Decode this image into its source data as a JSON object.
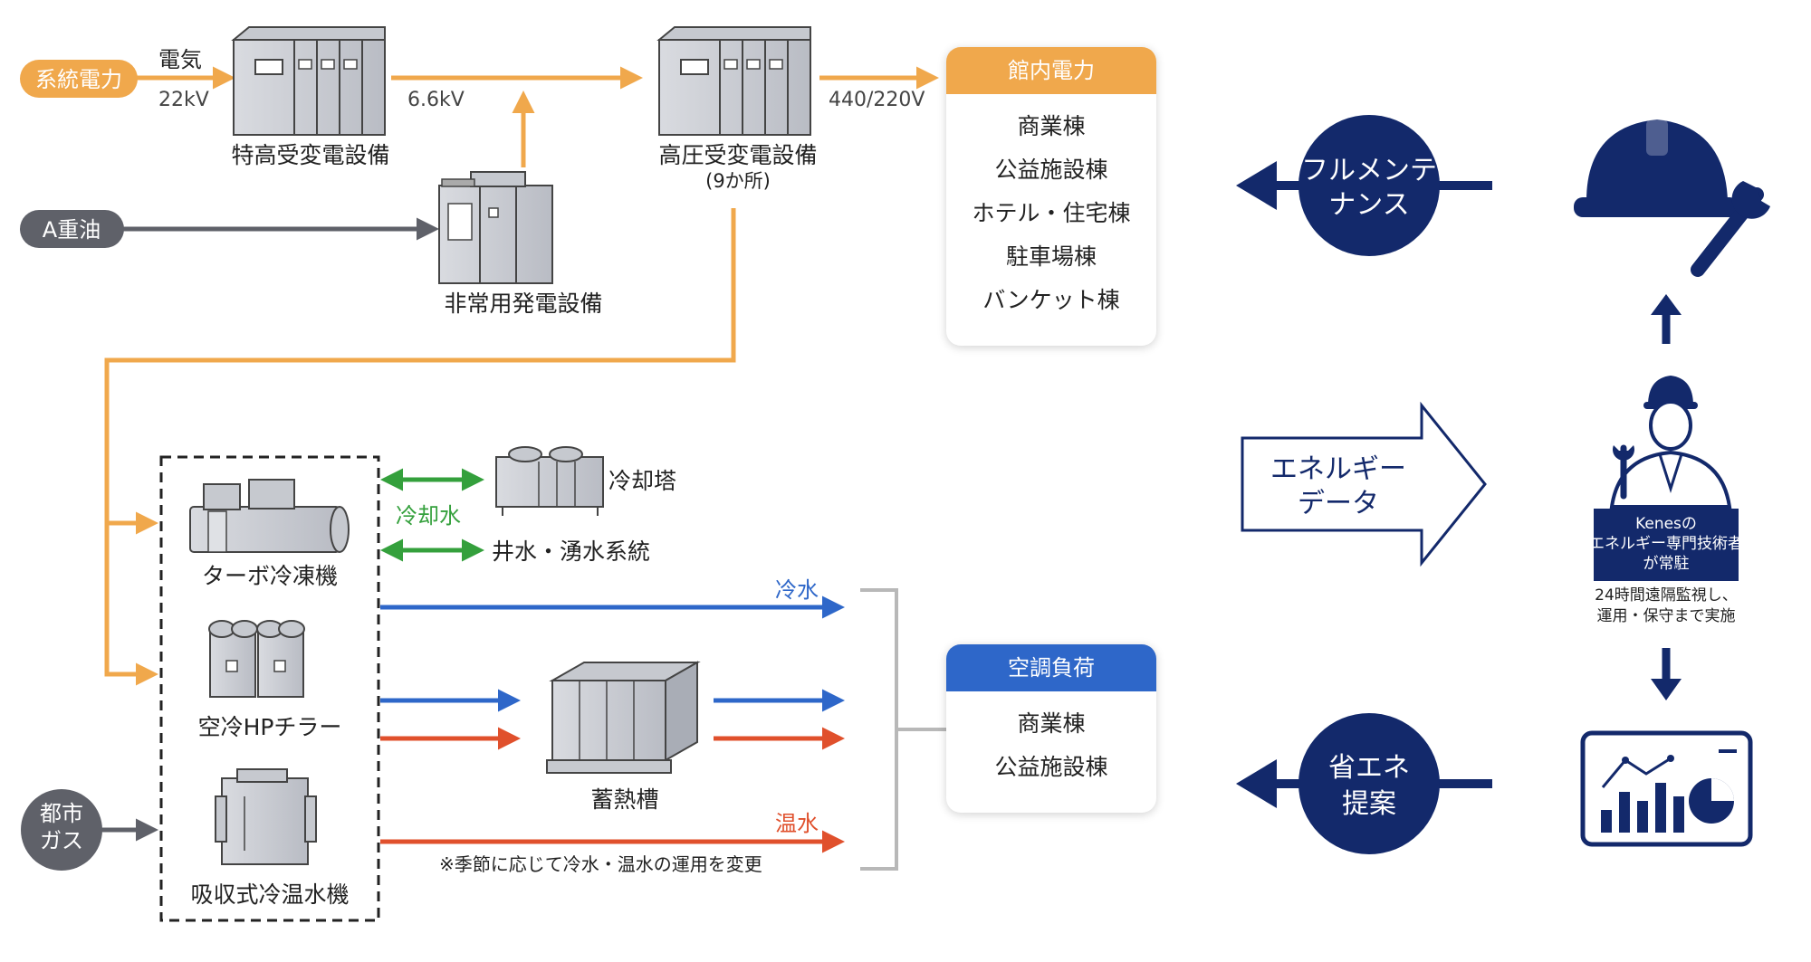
{
  "colors": {
    "orange": "#F0A84C",
    "gray": "#5F6169",
    "green": "#34A03C",
    "blue": "#2E67C9",
    "red": "#E0502C",
    "navy": "#13296B",
    "bracket": "#B8B8B8"
  },
  "sources": {
    "grid_power": "系統電力",
    "heavy_oil": "A重油",
    "city_gas_line1": "都市",
    "city_gas_line2": "ガス"
  },
  "power_flow": {
    "electricity": "電気",
    "v22": "22kV",
    "v66": "6.6kV",
    "v440": "440/220V",
    "special_hv": "特高受変電設備",
    "hv_line1": "高圧受変電設備",
    "hv_line2": "(9か所)",
    "emergency": "非常用発電設備"
  },
  "building_power": {
    "title": "館内電力",
    "items": [
      "商業棟",
      "公益施設棟",
      "ホテル・住宅棟",
      "駐車場棟",
      "バンケット棟"
    ]
  },
  "hvac_load": {
    "title": "空調負荷",
    "items": [
      "商業棟",
      "公益施設棟"
    ]
  },
  "equipment": {
    "turbo": "ターボ冷凍機",
    "hp_chiller": "空冷HPチラー",
    "absorption": "吸収式冷温水機",
    "cooling_tower": "冷却塔",
    "well_water": "井水・湧水系統",
    "cooling_water": "冷却水",
    "thermal_storage": "蓄熱槽"
  },
  "flows": {
    "chilled_water": "冷水",
    "hot_water": "温水",
    "note": "※季節に応じて冷水・温水の運用を変更"
  },
  "services": {
    "full_maint_line1": "フルメンテ",
    "full_maint_line2": "ナンス",
    "energy_data_line1": "エネルギー",
    "energy_data_line2": "データ",
    "saving_line1": "省エネ",
    "saving_line2": "提案"
  },
  "staff": {
    "badge_line1": "Kenesの",
    "badge_line2": "エネルギー専門技術者",
    "badge_line3": "が常駐",
    "desc_line1": "24時間遠隔監視し、",
    "desc_line2": "運用・保守まで実施"
  },
  "icons": [
    "helmet-wrench-icon",
    "engineer-icon",
    "analytics-dashboard-icon"
  ]
}
